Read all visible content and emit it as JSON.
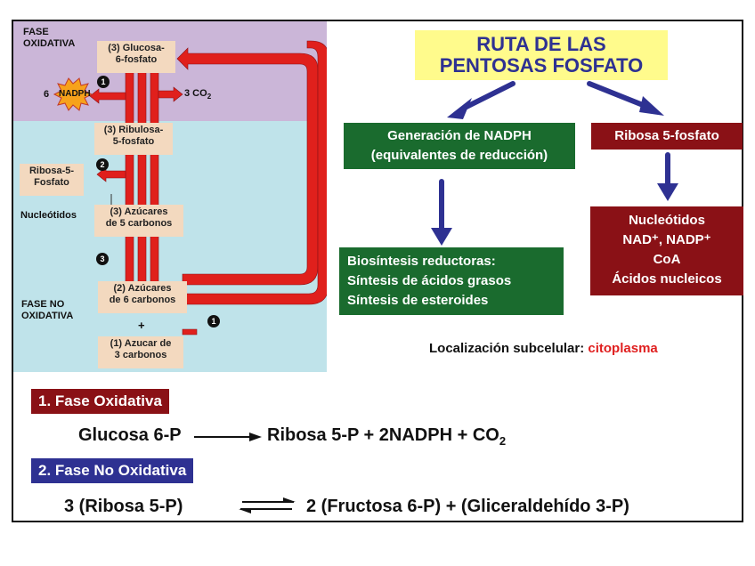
{
  "colors": {
    "oxidative_bg": "#cbb6d8",
    "nonoxidative_bg": "#bfe3ea",
    "arrow_red": "#e0201c",
    "tan_box": "#f3d9bf",
    "title_yellow": "#fffb8c",
    "title_blue": "#2e3192",
    "green": "#1a6b2e",
    "dark_red": "#8a1116",
    "section1": "#8a1116",
    "section2": "#2e3192"
  },
  "diagram": {
    "phase_oxidative": "FASE\nOXIDATIVA",
    "phase_nonoxidative": "FASE NO\nOXIDATIVA",
    "glucosa6p": "(3) Glucosa-\n6-fosfato",
    "nadph_count": "6",
    "nadph": "NADPH",
    "co2": "3 CO",
    "co2_sub": "2",
    "ribulosa": "(3) Ribulosa-\n5-fosfato",
    "ribosa5": "Ribosa-5-\nFosfato",
    "nucleotidos": "Nucleótidos",
    "azucares5": "(3) Azúcares\nde 5 carbonos",
    "azucares6": "(2) Azúcares\nde 6 carbonos",
    "plus": "+",
    "azucar3": "(1) Azucar de\n3 carbonos",
    "step1": "1",
    "step2": "2",
    "step3": "3"
  },
  "overview": {
    "title": "RUTA DE LAS\nPENTOSAS FOSFATO",
    "nadph_gen": "Generación de NADPH\n(equivalentes de reducción)",
    "ribosa_box": "Ribosa 5-fosfato",
    "biosintesis": "Biosíntesis reductoras:\nSíntesis de ácidos grasos\nSíntesis de esteroides",
    "products": "Nucleótidos\nNAD⁺, NADP⁺\nCoA\nÁcidos nucleicos",
    "loc_label": "Localización subcelular: ",
    "loc_value": "citoplasma"
  },
  "phases": {
    "phase1": "1. Fase Oxidativa",
    "eq1_left": "Glucosa 6-P",
    "eq1_right": "Ribosa 5-P + 2NADPH + CO",
    "eq1_sub": "2",
    "phase2": "2. Fase No Oxidativa",
    "eq2_left": "3 (Ribosa 5-P)",
    "eq2_right": "2 (Fructosa 6-P) + (Gliceraldehído 3-P)"
  }
}
